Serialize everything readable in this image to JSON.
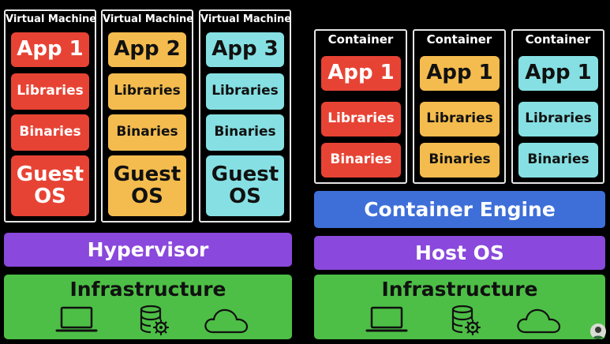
{
  "vm_side": {
    "vms": [
      {
        "title": "Virtual Machine",
        "color": "red",
        "app": "App 1",
        "libraries": "Libraries",
        "binaries": "Binaries",
        "guest_os": "Guest\nOS"
      },
      {
        "title": "Virtual Machine",
        "color": "yellow",
        "app": "App 2",
        "libraries": "Libraries",
        "binaries": "Binaries",
        "guest_os": "Guest\nOS"
      },
      {
        "title": "Virtual Machine",
        "color": "cyan",
        "app": "App 3",
        "libraries": "Libraries",
        "binaries": "Binaries",
        "guest_os": "Guest\nOS"
      }
    ],
    "hypervisor": "Hypervisor",
    "infrastructure": "Infrastructure",
    "icons": [
      "laptop-icon",
      "database-gear-icon",
      "cloud-icon"
    ]
  },
  "container_side": {
    "containers": [
      {
        "title": "Container",
        "color": "red",
        "app": "App 1",
        "libraries": "Libraries",
        "binaries": "Binaries"
      },
      {
        "title": "Container",
        "color": "yellow",
        "app": "App 1",
        "libraries": "Libraries",
        "binaries": "Binaries"
      },
      {
        "title": "Container",
        "color": "cyan",
        "app": "App 1",
        "libraries": "Libraries",
        "binaries": "Binaries"
      }
    ],
    "engine": "Container Engine",
    "host_os": "Host OS",
    "infrastructure": "Infrastructure",
    "icons": [
      "laptop-icon",
      "database-gear-icon",
      "cloud-icon"
    ]
  },
  "colors": {
    "red": "#e74334",
    "yellow": "#f4bc4e",
    "cyan": "#86e0e3",
    "purple": "#8a48dc",
    "blue": "#3e6fd9",
    "green": "#4dbf46"
  }
}
